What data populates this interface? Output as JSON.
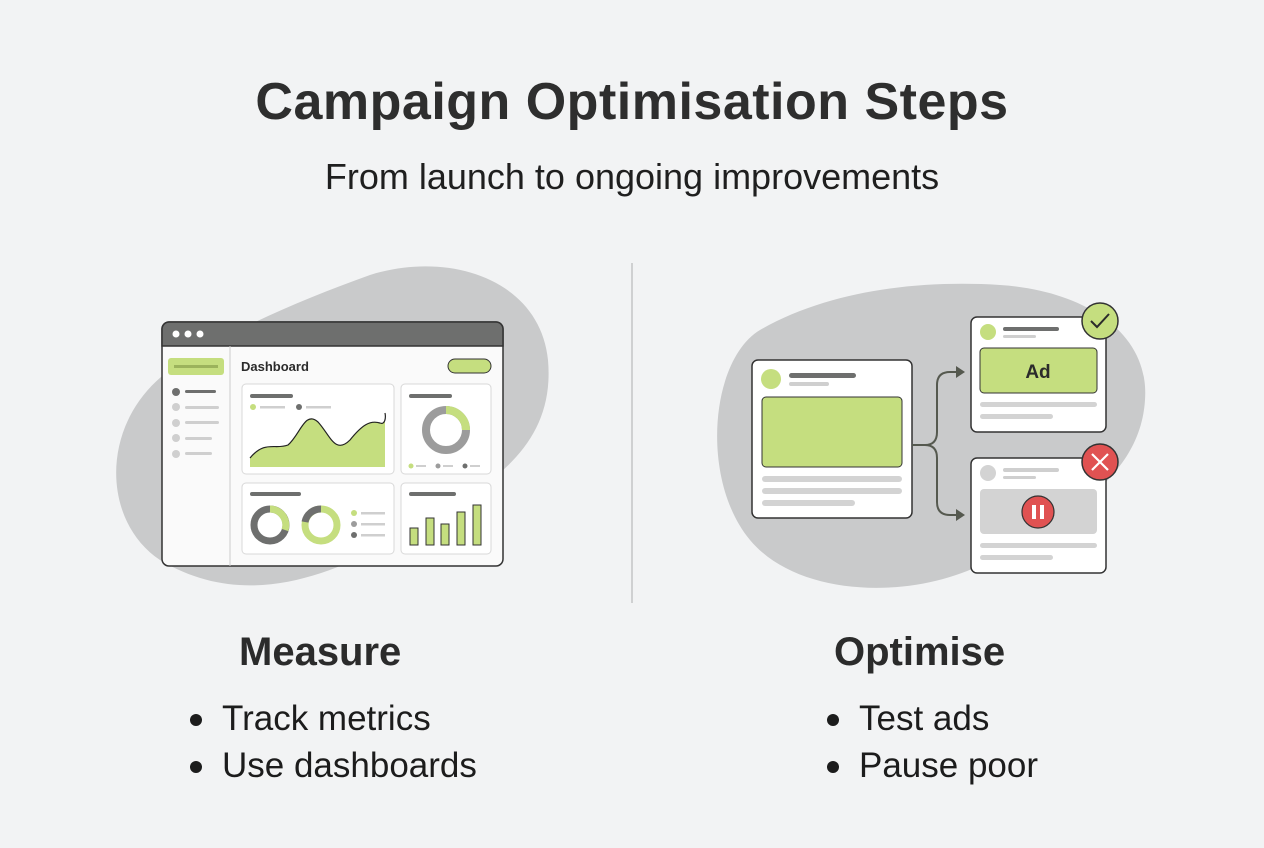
{
  "header": {
    "title": "Campaign Optimisation Steps",
    "subtitle": "From launch to ongoing improvements"
  },
  "colors": {
    "accent_green": "#c5de7f",
    "dark_gray": "#6e6f6e",
    "blob_gray": "#c9cacb",
    "background": "#f2f3f4",
    "error_red": "#e05252"
  },
  "measure": {
    "title": "Measure",
    "bullets": [
      "Track metrics",
      "Use dashboards"
    ],
    "illustration": {
      "dashboard_title": "Dashboard"
    }
  },
  "optimise": {
    "title": "Optimise",
    "bullets": [
      "Test ads",
      "Pause poor"
    ],
    "illustration": {
      "winning_ad_label": "Ad",
      "winning_badge_icon": "check-icon",
      "losing_badge_icon": "close-icon",
      "losing_status_icon": "pause-icon"
    }
  }
}
